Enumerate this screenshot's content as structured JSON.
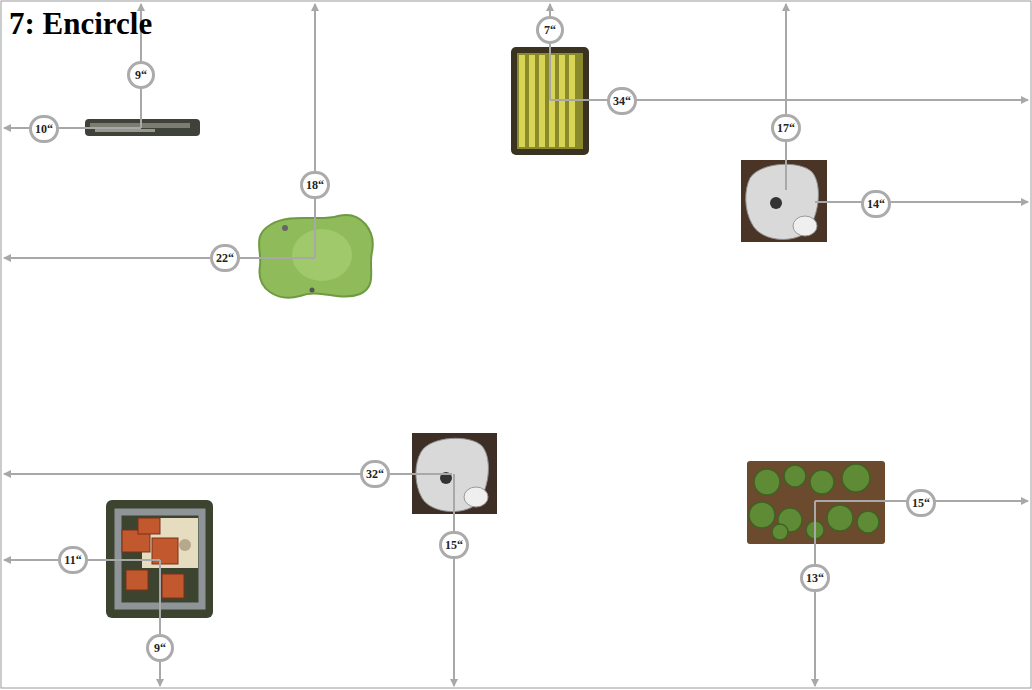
{
  "diagram": {
    "title": "7: Encircle",
    "labels": [
      "9“",
      "10“",
      "7“",
      "34“",
      "17“",
      "18“",
      "14“",
      "22“",
      "32“",
      "15“",
      "11“",
      "15“",
      "13“",
      "9“"
    ]
  }
}
